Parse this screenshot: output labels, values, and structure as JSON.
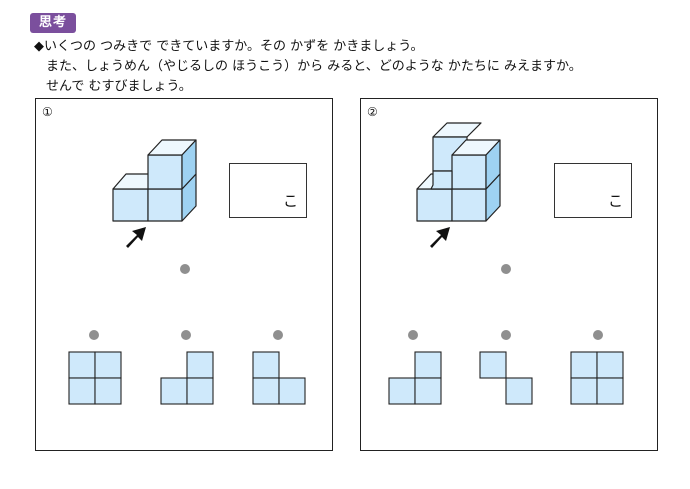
{
  "category_badge": "思考",
  "instructions": {
    "line1": "◆いくつの つみきで できていますか。その かずを かきましょう。",
    "line2": "また、しょうめん（やじるしの ほうこう）から みると、どのような かたちに みえますか。",
    "line3": "せんで むすびましょう。"
  },
  "problems": [
    {
      "number": "①",
      "answer_value": "",
      "answer_unit": "こ"
    },
    {
      "number": "②",
      "answer_value": "",
      "answer_unit": "こ"
    }
  ],
  "colors": {
    "badge": "#7b4f9d",
    "cube_front": "#cfe9fb",
    "cube_top": "#eef8fe",
    "cube_side": "#9ed2f2",
    "dot": "#8f8f8f"
  }
}
